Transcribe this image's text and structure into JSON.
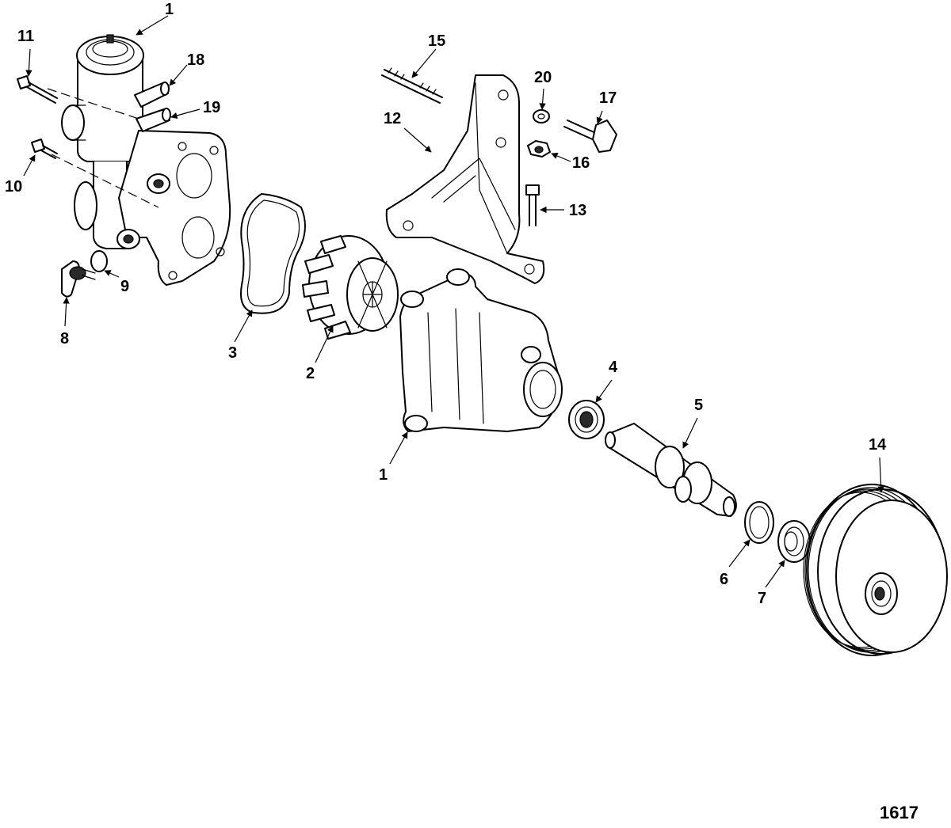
{
  "figure_id": "1617",
  "callouts": [
    "1",
    "1",
    "2",
    "3",
    "4",
    "5",
    "6",
    "7",
    "8",
    "9",
    "10",
    "11",
    "12",
    "13",
    "14",
    "15",
    "16",
    "17",
    "18",
    "19",
    "20"
  ]
}
